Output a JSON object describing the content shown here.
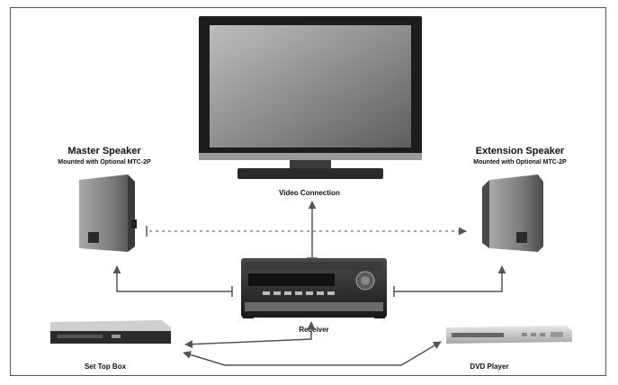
{
  "labels": {
    "master_speaker": "Master Speaker",
    "master_mount": "Mounted with Optional MTC-2P",
    "extension_speaker": "Extension Speaker",
    "extension_mount": "Mounted with Optional MTC-2P",
    "video_connection": "Video Connection",
    "receiver": "Receiver",
    "set_top_box": "Set Top Box",
    "dvd_player": "DVD Player"
  },
  "colors": {
    "wire": "#555555",
    "dotted_link": "#888888",
    "device_dark": "#2b2b2b",
    "device_light": "#cfcfcf",
    "speaker_body": "#8a8a8a"
  }
}
